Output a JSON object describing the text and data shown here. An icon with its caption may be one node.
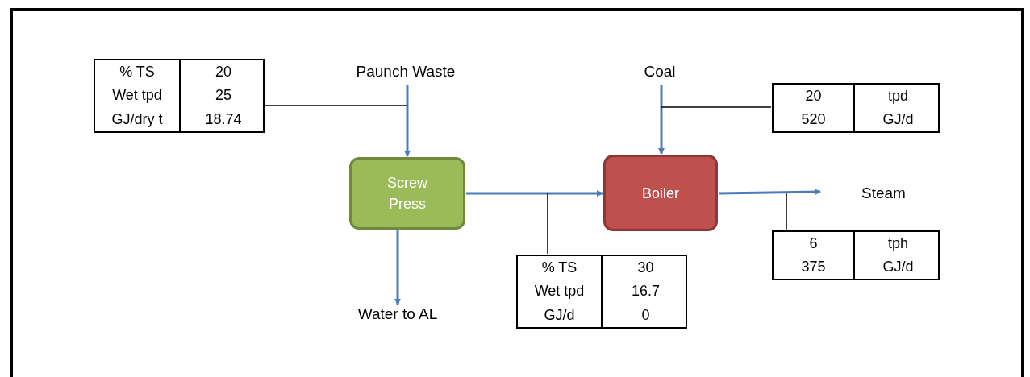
{
  "diagram": {
    "nodes": [
      {
        "text": [
          "% TS",
          "20",
          "Wet tpd",
          "25",
          "GJ/dry t",
          "18.74"
        ]
      },
      {
        "text": [
          "Paunch Waste"
        ]
      },
      {
        "text": [
          "Coal"
        ]
      },
      {
        "text": [
          "20",
          "tpd",
          "520",
          "GJ/d"
        ]
      },
      {
        "text": [
          "Screw Press"
        ]
      },
      {
        "text": [
          "Boiler"
        ]
      },
      {
        "text": [
          "Steam"
        ]
      },
      {
        "text": [
          "6",
          "tph",
          "375",
          "GJ/d"
        ]
      },
      {
        "text": [
          "% TS",
          "30",
          "Wet tpd",
          "16.7",
          "GJ/d",
          "0"
        ]
      },
      {
        "text": [
          "Water to AL"
        ]
      }
    ],
    "edges": [
      {
        "from": 1,
        "to": 4,
        "arrow": "to"
      },
      {
        "from": 0,
        "to": null,
        "arrow": "none",
        "color": "#000000"
      },
      {
        "from": 2,
        "to": 5,
        "arrow": "to"
      },
      {
        "from": 3,
        "to": null,
        "arrow": "none",
        "color": "#000000"
      },
      {
        "from": 4,
        "to": 5,
        "arrow": "to"
      },
      {
        "from": 8,
        "to": null,
        "arrow": "none",
        "color": "#000000"
      },
      {
        "from": 5,
        "to": 6,
        "arrow": "to"
      },
      {
        "from": 7,
        "to": null,
        "arrow": "none",
        "color": "#000000"
      },
      {
        "from": 4,
        "to": 9,
        "arrow": "to"
      }
    ]
  }
}
